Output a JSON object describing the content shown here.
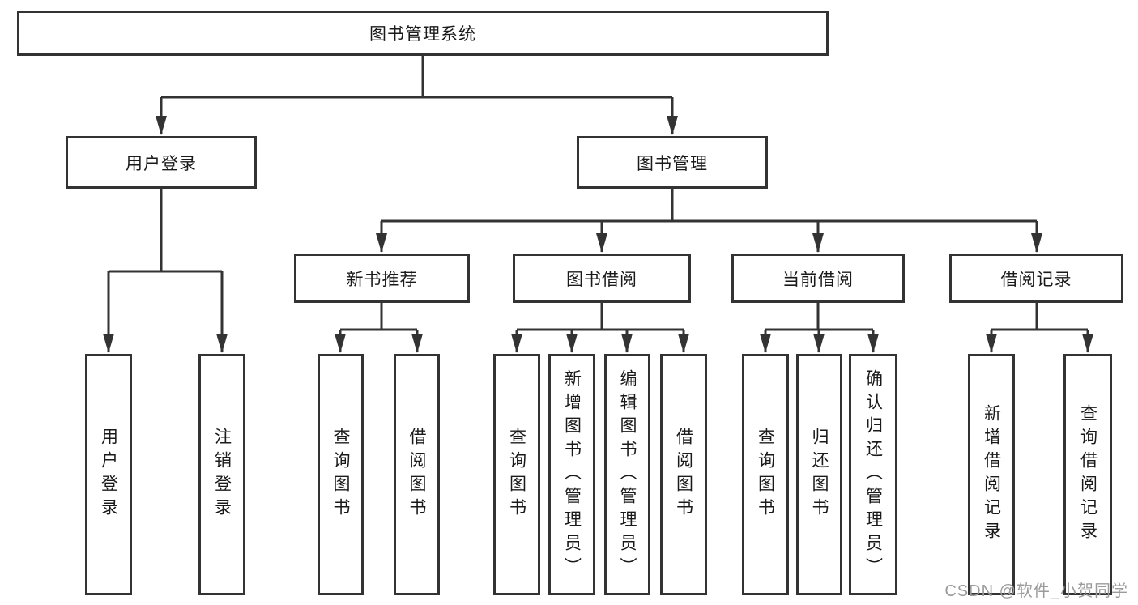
{
  "diagram": {
    "root": {
      "label": "图书管理系统"
    },
    "level2": [
      {
        "label": "用户登录"
      },
      {
        "label": "图书管理"
      }
    ],
    "level3": [
      {
        "label": "新书推荐"
      },
      {
        "label": "图书借阅"
      },
      {
        "label": "当前借阅"
      },
      {
        "label": "借阅记录"
      }
    ],
    "leaves": [
      {
        "label": "用户登录"
      },
      {
        "label": "注销登录"
      },
      {
        "label": "查询图书"
      },
      {
        "label": "借阅图书"
      },
      {
        "label": "查询图书"
      },
      {
        "label": "新增图书（管理员）"
      },
      {
        "label": "编辑图书（管理员）"
      },
      {
        "label": "借阅图书"
      },
      {
        "label": "查询图书"
      },
      {
        "label": "归还图书"
      },
      {
        "label": "确认归还（管理员）"
      },
      {
        "label": "新增借阅记录"
      },
      {
        "label": "查询借阅记录"
      }
    ]
  },
  "watermark": {
    "text": "CSDN @软件_小贺同学"
  },
  "colors": {
    "line": "#333333",
    "text": "#1a1a1a",
    "watermark": "#9b9b9b",
    "background": "#ffffff"
  }
}
